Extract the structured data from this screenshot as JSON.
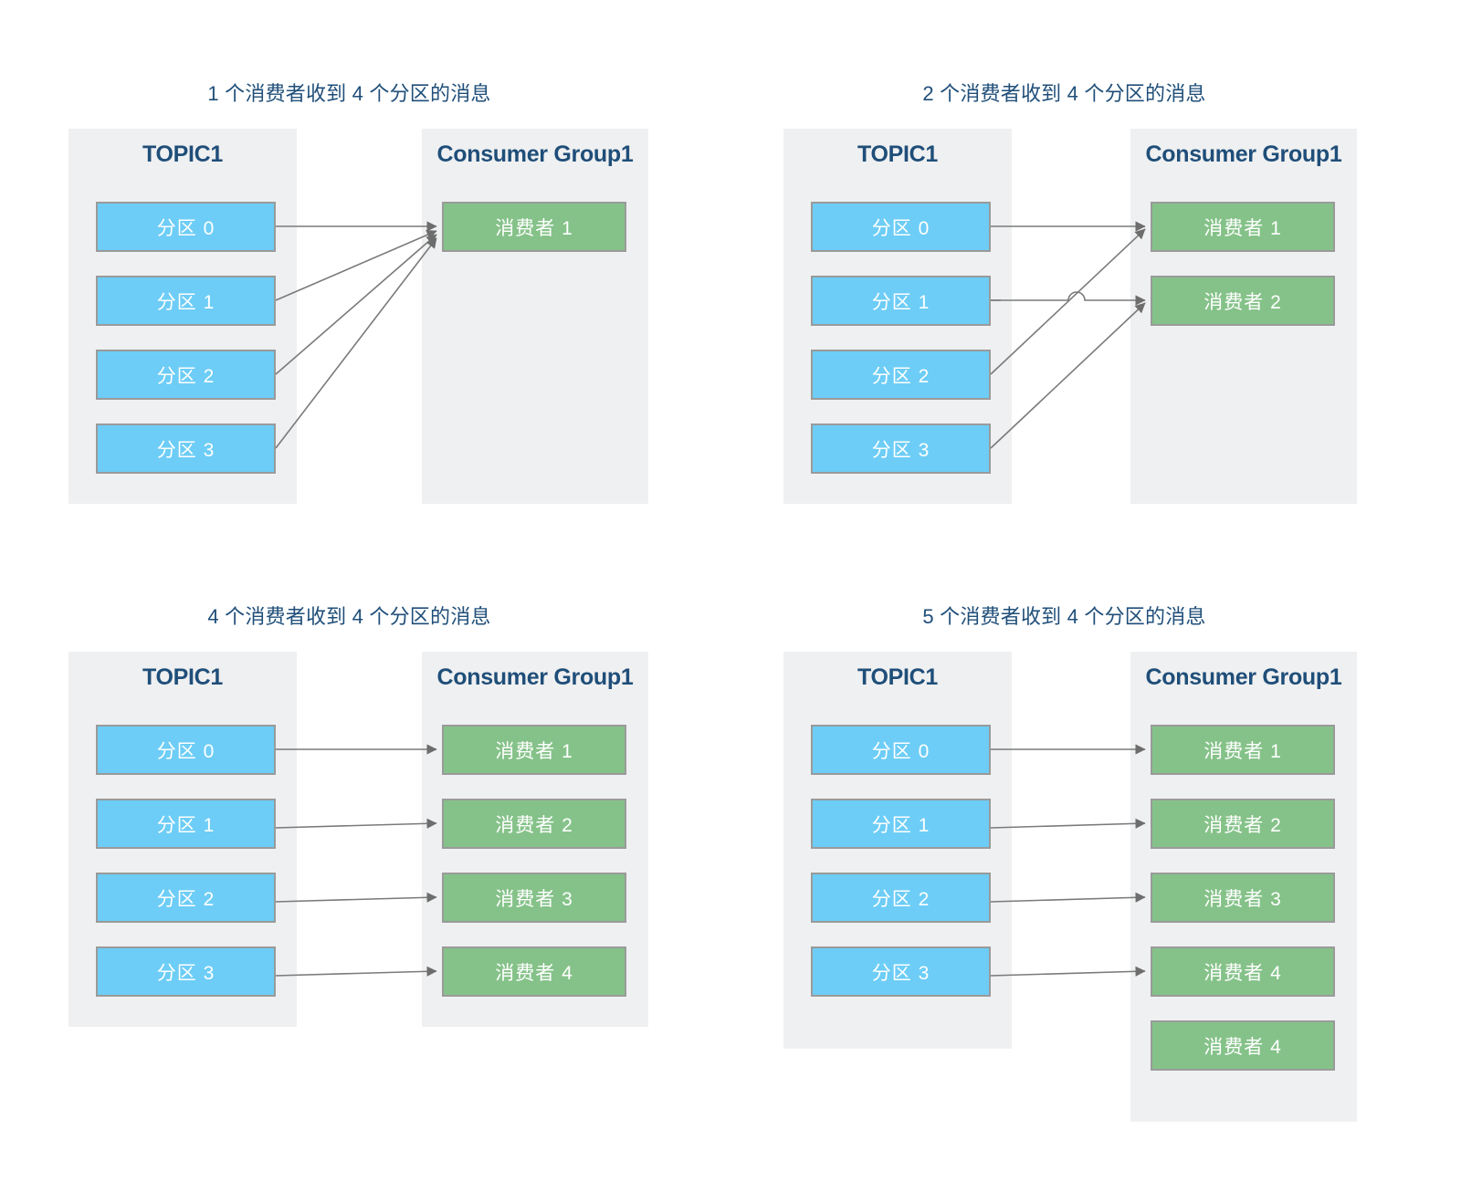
{
  "colors": {
    "panel_bg": "#EFF0F1",
    "partition_fill": "#6DCDF6",
    "consumer_fill": "#85C289",
    "node_border": "#9A9A9A",
    "title_text": "#1F4E79",
    "edge_stroke": "#7A7A7A",
    "arrow_fill": "#6D6D6D",
    "page_bg": "#FFFFFF"
  },
  "diagrams": [
    {
      "id": "one-consumer",
      "title": "1 个消费者收到 4 个分区的消息",
      "topic_panel_title": "TOPIC1",
      "group_panel_title": "Consumer Group1",
      "partitions": [
        "分区 0",
        "分区 1",
        "分区 2",
        "分区 3"
      ],
      "consumers": [
        "消费者 1"
      ],
      "edges": [
        {
          "from": 0,
          "to": 0
        },
        {
          "from": 1,
          "to": 0
        },
        {
          "from": 2,
          "to": 0
        },
        {
          "from": 3,
          "to": 0
        }
      ]
    },
    {
      "id": "two-consumers",
      "title": "2 个消费者收到 4 个分区的消息",
      "topic_panel_title": "TOPIC1",
      "group_panel_title": "Consumer Group1",
      "partitions": [
        "分区 0",
        "分区 1",
        "分区 2",
        "分区 3"
      ],
      "consumers": [
        "消费者 1",
        "消费者 2"
      ],
      "edges": [
        {
          "from": 0,
          "to": 0
        },
        {
          "from": 1,
          "to": 1,
          "hop": true
        },
        {
          "from": 2,
          "to": 0
        },
        {
          "from": 3,
          "to": 1
        }
      ]
    },
    {
      "id": "four-consumers",
      "title": "4 个消费者收到 4 个分区的消息",
      "topic_panel_title": "TOPIC1",
      "group_panel_title": "Consumer Group1",
      "partitions": [
        "分区 0",
        "分区 1",
        "分区 2",
        "分区 3"
      ],
      "consumers": [
        "消费者 1",
        "消费者 2",
        "消费者 3",
        "消费者 4"
      ],
      "edges": [
        {
          "from": 0,
          "to": 0
        },
        {
          "from": 1,
          "to": 1
        },
        {
          "from": 2,
          "to": 2
        },
        {
          "from": 3,
          "to": 3
        }
      ]
    },
    {
      "id": "five-consumers",
      "title": "5 个消费者收到 4 个分区的消息",
      "topic_panel_title": "TOPIC1",
      "group_panel_title": "Consumer Group1",
      "partitions": [
        "分区 0",
        "分区 1",
        "分区 2",
        "分区 3"
      ],
      "consumers": [
        "消费者 1",
        "消费者 2",
        "消费者 3",
        "消费者 4",
        "消费者 4"
      ],
      "edges": [
        {
          "from": 0,
          "to": 0
        },
        {
          "from": 1,
          "to": 1
        },
        {
          "from": 2,
          "to": 2
        },
        {
          "from": 3,
          "to": 3
        }
      ]
    }
  ]
}
